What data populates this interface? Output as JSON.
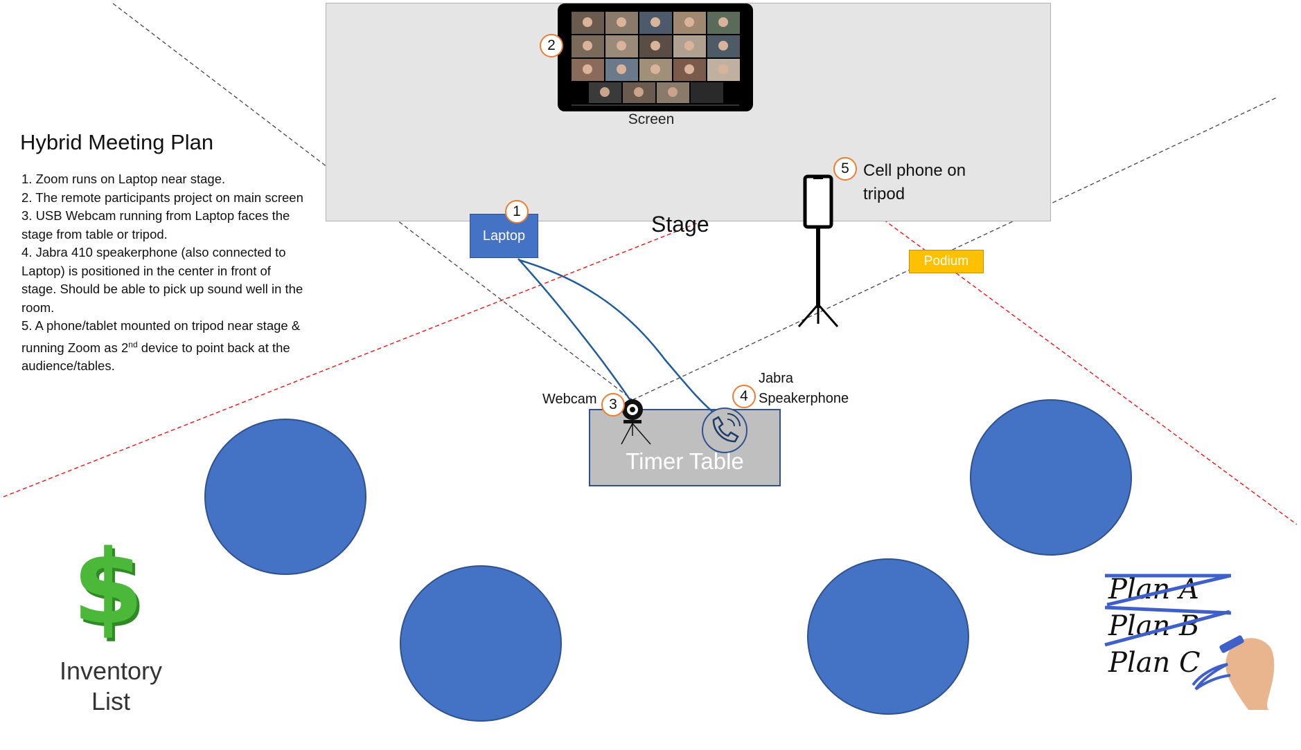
{
  "title": "Hybrid Meeting Plan",
  "steps": [
    "1. Zoom runs on Laptop near stage.",
    "2. The remote participants project on main screen",
    "3. USB Webcam running from Laptop faces the stage from table or tripod.",
    "4. Jabra 410 speakerphone (also connected to Laptop) is positioned in the center in front of stage.  Should be able to pick up sound well in the room.",
    "5. A phone/tablet mounted on tripod near stage & running Zoom as 2nd device to point back at the audience/tables."
  ],
  "step5_parts": {
    "before": "5. A phone/tablet mounted on tripod near stage & running Zoom as 2",
    "superscript": "nd",
    "after": " device to point back at the audience/tables."
  },
  "labels": {
    "screen": "Screen",
    "stage": "Stage",
    "laptop": "Laptop",
    "podium": "Podium",
    "timer_table": "Timer Table",
    "webcam": "Webcam",
    "jabra_line1": "Jabra",
    "jabra_line2": "Speakerphone",
    "cell_line1": "Cell phone on",
    "cell_line2": "tripod",
    "inventory_line1": "Inventory",
    "inventory_line2": "List"
  },
  "badges": {
    "laptop": "1",
    "screen": "2",
    "webcam": "3",
    "jabra": "4",
    "cell": "5"
  },
  "plans": [
    "Plan A",
    "Plan B",
    "Plan C"
  ],
  "plans_crossed": [
    true,
    true,
    false
  ],
  "colors": {
    "stage_fill": "#e5e5e5",
    "laptop_fill": "#4472c4",
    "podium_fill": "#ffc000",
    "table_fill": "#bfbfbf",
    "audience_table_fill": "#4472c4",
    "badge_border": "#ed7d31",
    "camera_view_line": "#ff0000",
    "cable": "#1f5c99",
    "dollar": "#3aa52a"
  },
  "icons": {
    "dollar": "dollar-sign-icon",
    "webcam": "webcam-icon",
    "speakerphone": "phone-call-icon",
    "cell_phone": "phone-on-tripod-icon",
    "zoom_gallery": "video-gallery-icon"
  }
}
